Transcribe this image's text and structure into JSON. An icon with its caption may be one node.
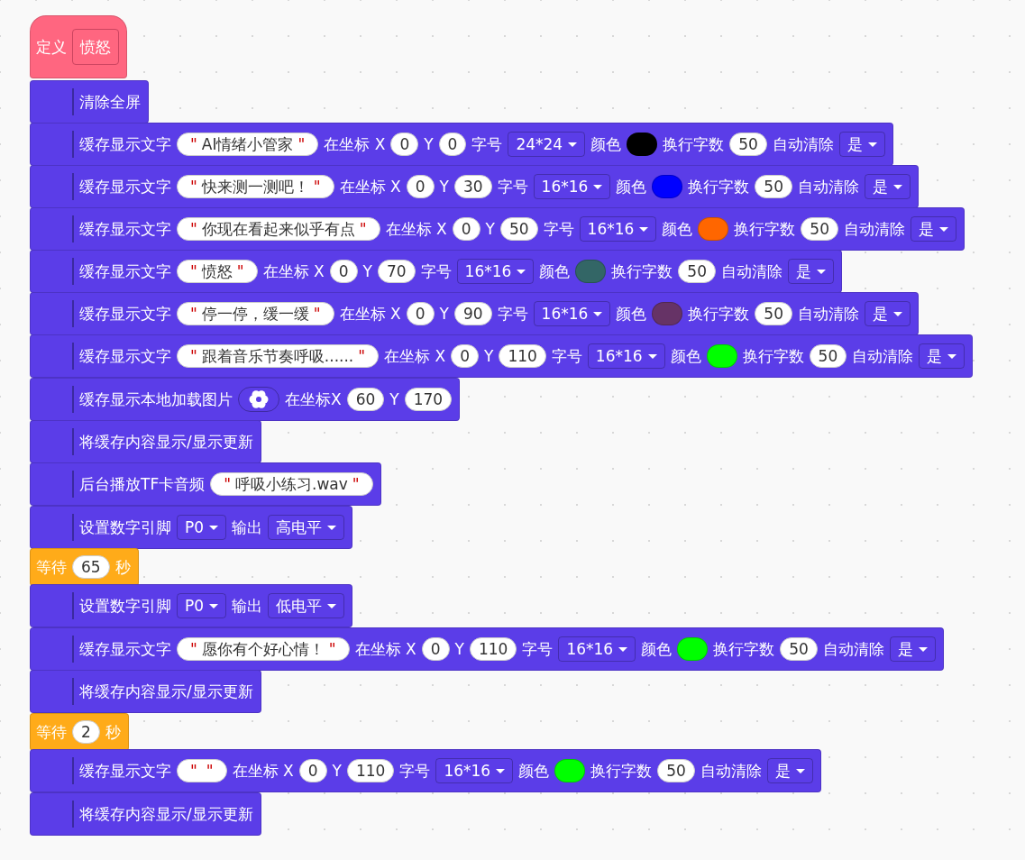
{
  "diagram": {
    "nodes": [
      {
        "text": [
          "定义"
        ]
      },
      {
        "text": [
          "愤怒"
        ],
        "in": 0
      },
      {
        "text": [
          "清除全屏"
        ]
      },
      {
        "text": [
          "缓存显示文字",
          "在坐标 X",
          "Y",
          "字号",
          "颜色",
          "换行字数",
          "自动清除"
        ]
      },
      {
        "text": [
          "\"",
          "AI情绪小管家",
          "\""
        ],
        "in": 3
      },
      {
        "text": [
          "0"
        ],
        "in": 3
      },
      {
        "text": [
          "0"
        ],
        "in": 3
      },
      {
        "text": [
          "24*24"
        ],
        "in": 3
      },
      {
        "text": [],
        "shape": "circle",
        "in": 3
      },
      {
        "text": [
          "50"
        ],
        "in": 3
      },
      {
        "text": [
          "是"
        ],
        "in": 3
      },
      {
        "text": [
          "缓存显示文字",
          "在坐标 X",
          "Y",
          "字号",
          "颜色",
          "换行字数",
          "自动清除"
        ]
      },
      {
        "text": [
          "\"",
          "快来测一测吧！",
          "\""
        ],
        "in": 11
      },
      {
        "text": [
          "0"
        ],
        "in": 11
      },
      {
        "text": [
          "30"
        ],
        "in": 11
      },
      {
        "text": [
          "16*16"
        ],
        "in": 11
      },
      {
        "text": [],
        "shape": "circle",
        "in": 11
      },
      {
        "text": [
          "50"
        ],
        "in": 11
      },
      {
        "text": [
          "是"
        ],
        "in": 11
      },
      {
        "text": [
          "缓存显示文字",
          "在坐标 X",
          "Y",
          "字号",
          "颜色",
          "换行字数",
          "自动清除"
        ]
      },
      {
        "text": [
          "\"",
          "你现在看起来似乎有点",
          "\""
        ],
        "in": 19
      },
      {
        "text": [
          "0"
        ],
        "in": 19
      },
      {
        "text": [
          "50"
        ],
        "in": 19
      },
      {
        "text": [
          "16*16"
        ],
        "in": 19
      },
      {
        "text": [],
        "shape": "circle",
        "in": 19
      },
      {
        "text": [
          "50"
        ],
        "in": 19
      },
      {
        "text": [
          "是"
        ],
        "in": 19
      },
      {
        "text": [
          "缓存显示文字",
          "在坐标 X",
          "Y",
          "字号",
          "颜色",
          "换行字数",
          "自动清除"
        ]
      },
      {
        "text": [
          "\"",
          "愤怒",
          "\""
        ],
        "in": 27
      },
      {
        "text": [
          "0"
        ],
        "in": 27
      },
      {
        "text": [
          "70"
        ],
        "in": 27
      },
      {
        "text": [
          "16*16"
        ],
        "in": 27
      },
      {
        "text": [],
        "shape": "circle",
        "in": 27
      },
      {
        "text": [
          "50"
        ],
        "in": 27
      },
      {
        "text": [
          "是"
        ],
        "in": 27
      },
      {
        "text": [
          "缓存显示文字",
          "在坐标 X",
          "Y",
          "字号",
          "颜色",
          "换行字数",
          "自动清除"
        ]
      },
      {
        "text": [
          "\"",
          "停一停，缓一缓",
          "\""
        ],
        "in": 35
      },
      {
        "text": [
          "0"
        ],
        "in": 35
      },
      {
        "text": [
          "90"
        ],
        "in": 35
      },
      {
        "text": [
          "16*16"
        ],
        "in": 35
      },
      {
        "text": [],
        "shape": "circle",
        "in": 35
      },
      {
        "text": [
          "50"
        ],
        "in": 35
      },
      {
        "text": [
          "是"
        ],
        "in": 35
      },
      {
        "text": [
          "缓存显示文字",
          "在坐标 X",
          "Y",
          "字号",
          "颜色",
          "换行字数",
          "自动清除"
        ]
      },
      {
        "text": [
          "\"",
          "跟着音乐节奏呼吸......",
          "\""
        ],
        "in": 43
      },
      {
        "text": [
          "0"
        ],
        "in": 43
      },
      {
        "text": [
          "110"
        ],
        "in": 43
      },
      {
        "text": [
          "16*16"
        ],
        "in": 43
      },
      {
        "text": [],
        "shape": "circle",
        "in": 43
      },
      {
        "text": [
          "50"
        ],
        "in": 43
      },
      {
        "text": [
          "是"
        ],
        "in": 43
      },
      {
        "text": [
          "缓存显示本地加载图片",
          "在坐标X",
          "Y"
        ]
      },
      {
        "text": [],
        "shape": "picture",
        "in": 51
      },
      {
        "text": [
          "60"
        ],
        "in": 51
      },
      {
        "text": [
          "170"
        ],
        "in": 51
      },
      {
        "text": [
          "将缓存内容显示/显示更新"
        ]
      },
      {
        "text": [
          "后台播放TF卡音频"
        ]
      },
      {
        "text": [
          "\"",
          "呼吸小练习.wav",
          "\""
        ],
        "in": 56
      },
      {
        "text": [
          "设置数字引脚",
          "输出"
        ]
      },
      {
        "text": [
          "P0"
        ],
        "in": 58
      },
      {
        "text": [
          "高电平"
        ],
        "in": 58
      },
      {
        "text": [
          "等待",
          "秒"
        ]
      },
      {
        "text": [
          "65"
        ],
        "in": 61
      },
      {
        "text": [
          "设置数字引脚",
          "输出"
        ]
      },
      {
        "text": [
          "P0"
        ],
        "in": 63
      },
      {
        "text": [
          "低电平"
        ],
        "in": 63
      },
      {
        "text": [
          "缓存显示文字",
          "在坐标 X",
          "Y",
          "字号",
          "颜色",
          "换行字数",
          "自动清除"
        ]
      },
      {
        "text": [
          "\"",
          "愿你有个好心情！",
          "\""
        ],
        "in": 66
      },
      {
        "text": [
          "0"
        ],
        "in": 66
      },
      {
        "text": [
          "110"
        ],
        "in": 66
      },
      {
        "text": [
          "16*16"
        ],
        "in": 66
      },
      {
        "text": [],
        "shape": "circle",
        "in": 66
      },
      {
        "text": [
          "50"
        ],
        "in": 66
      },
      {
        "text": [
          "是"
        ],
        "in": 66
      },
      {
        "text": [
          "将缓存内容显示/显示更新"
        ]
      },
      {
        "text": [
          "等待",
          "秒"
        ]
      },
      {
        "text": [
          "2"
        ],
        "in": 75
      },
      {
        "text": [
          "缓存显示文字",
          "在坐标 X",
          "Y",
          "字号",
          "颜色",
          "换行字数",
          "自动清除"
        ]
      },
      {
        "text": [
          "\"",
          "\""
        ],
        "in": 77
      },
      {
        "text": [
          "0"
        ],
        "in": 77
      },
      {
        "text": [
          "110"
        ],
        "in": 77
      },
      {
        "text": [
          "16*16"
        ],
        "in": 77
      },
      {
        "text": [],
        "shape": "circle",
        "in": 77
      },
      {
        "text": [
          "50"
        ],
        "in": 77
      },
      {
        "text": [
          "是"
        ],
        "in": 77
      },
      {
        "text": [
          "将缓存内容显示/显示更新"
        ]
      }
    ]
  }
}
